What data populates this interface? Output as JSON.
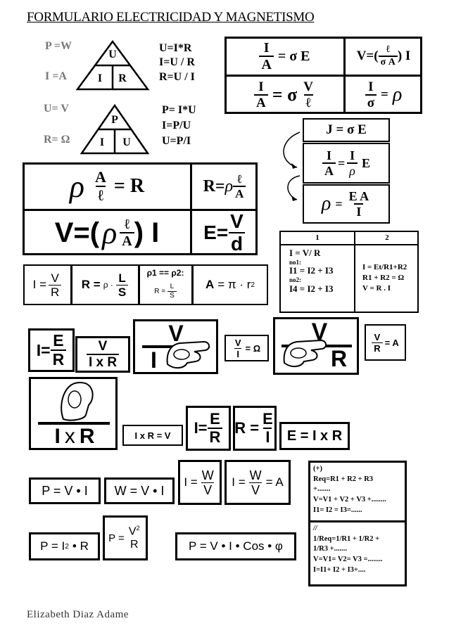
{
  "title": "FORMULARIO ELECTRICIDAD Y MAGNETISMO",
  "author": "Elizabeth Diaz Adame",
  "triangle1": {
    "left": [
      "P =W",
      "I =A"
    ],
    "top": "U",
    "bl": "I",
    "br": "R",
    "right": [
      "U=I*R",
      "I=U / R",
      "R=U / I"
    ]
  },
  "triangle2": {
    "left": [
      "U= V",
      "R= Ω"
    ],
    "top": "P",
    "bl": "I",
    "br": "U",
    "right": [
      "P= I*U",
      "I=P/U",
      "U=P/I"
    ]
  },
  "box_top_right": {
    "f1": {
      "num": "I",
      "den": "A",
      "rhs": "= σ E"
    },
    "f2": {
      "lhs": "V=(",
      "num": "ℓ",
      "den": "σ A",
      "rhs": ") I"
    },
    "f3": {
      "num1": "I",
      "den1": "A",
      "mid": "= σ",
      "num2": "V",
      "den2": "ℓ"
    },
    "f4": {
      "num1": "I",
      "den1": "σ",
      "mid": "=",
      "rho": "ρ"
    }
  },
  "flow": {
    "j": "J = σ E",
    "f2": {
      "num": "I",
      "den": "A",
      "eq": "=",
      "num2": "I",
      "den2": "ρ",
      "rhs": "E"
    },
    "f3": {
      "rho": "ρ",
      "eq": "=",
      "num": "E A",
      "den": "I"
    }
  },
  "box_rho": {
    "r1": {
      "rho": "ρ",
      "num": "A",
      "den": "ℓ",
      "rhs": "= R"
    },
    "r2": {
      "lhs": "R=",
      "rho": "ρ",
      "num": "ℓ",
      "den": "A"
    },
    "r3": {
      "lhs": "V=(",
      "rho": "ρ",
      "num": "ℓ",
      "den": "A",
      "rhs": ") I"
    },
    "r4": {
      "lhs": "E=",
      "num": "V",
      "den": "d"
    }
  },
  "table": {
    "h1": "1",
    "h2": "2",
    "c1": [
      "I = V/ R",
      "no1:",
      "I1 = I2 + I3",
      "no2:",
      "I4 = I2 + I3"
    ],
    "c2": [
      "I = Et/R1+R2",
      "R1 + R2 = Ω",
      "V = R . I"
    ]
  },
  "row_res": {
    "i": {
      "lhs": "I =",
      "num": "V",
      "den": "R"
    },
    "r": {
      "lhs": "R =",
      "mid": "ρ ·",
      "num": "L",
      "den": "S"
    },
    "p": {
      "title": "ρ1 == ρ2:",
      "lhs": "R =",
      "num": "L",
      "den": "S"
    },
    "a": {
      "lhs": "A",
      "rhs": "= π · r",
      "exp": "2"
    }
  },
  "ohm": {
    "ie": {
      "lhs": "I=",
      "num": "E",
      "den": "R"
    },
    "vixr": {
      "num": "V",
      "den": "I x R"
    },
    "vi_hand": {
      "num": "V",
      "den": "I"
    },
    "vi_ohm": {
      "num": "V",
      "den": "I",
      "rhs": "= Ω"
    },
    "vr_hand": {
      "num": "V",
      "den": "R"
    },
    "vr_a": {
      "num": "V",
      "den": "R",
      "rhs": "= A"
    },
    "ixr_hand": {
      "den1": "I",
      "den2": "x",
      "den3": "R"
    },
    "ixr_v": "I x R = V",
    "ie2": {
      "lhs": "I=",
      "num": "E",
      "den": "R"
    },
    "re": {
      "lhs": "R =",
      "num": "E",
      "den": "I"
    },
    "eixr": "E = I x R"
  },
  "power": {
    "pvi": "P = V • I",
    "wvi": "W = V • I",
    "iwv": {
      "lhs": "I =",
      "num": "W",
      "den": "V"
    },
    "iwva": {
      "lhs": "I =",
      "num": "W",
      "den": "V",
      "rhs": "= A"
    },
    "pi2r": {
      "lhs": "P = I",
      "exp": "2",
      "rhs": "• R"
    },
    "pv2r": {
      "lhs": "P =",
      "num": "V",
      "exp": "2",
      "den": "R"
    },
    "pvicos": "P = V • I • Cos • φ"
  },
  "series": {
    "t1": "(+)",
    "l1": [
      "Req=R1 + R2 + R3",
      "+.......",
      "V=V1 + V2 + V3 +........",
      "I1= I2 = I3=......"
    ],
    "t2": "//",
    "l2": [
      "1/Req=1/R1 + 1/R2 +",
      "1/R3 +.......",
      "V=V1= V2= V3 =........",
      "I=I1+ I2 + I3+...."
    ]
  }
}
